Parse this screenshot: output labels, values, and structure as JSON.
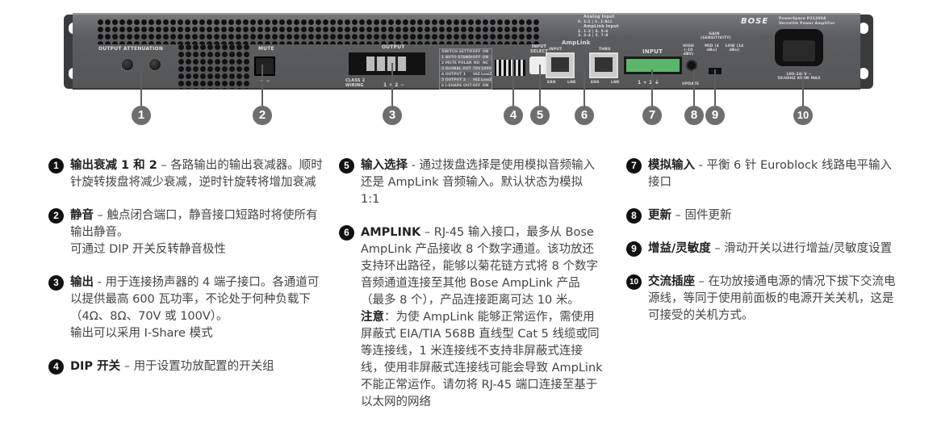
{
  "panel": {
    "output_attenuation": "OUTPUT ATTENUATION",
    "mute": "MUTE",
    "mute_pins": "+ −",
    "output": "OUTPUT",
    "class2_wiring": "CLASS 2 WIRING",
    "output_ch_labels": "1        + 2 −",
    "switch_table": [
      [
        "SWITCH SETTINGS",
        "OFF",
        "ON"
      ],
      [
        "1  AUTO STANDBY",
        "OFF",
        "ON"
      ],
      [
        "2  MUTE POLARITY",
        "NO",
        "NC"
      ],
      [
        "3  GLOBAL OUT",
        "70V",
        "100V"
      ],
      [
        "4  OUTPUT 1",
        "HiZ",
        "LowZ"
      ],
      [
        "5  OUTPUT 2",
        "HiZ",
        "LowZ"
      ],
      [
        "6  I-SHARE OUTPUTS",
        "OFF",
        "ON"
      ]
    ],
    "input_select": "INPUT SELECT",
    "analog_input": "Analog Input",
    "analog_input_opts": "0.  1:1 | 1. 1:ALL",
    "amplink_input": "AmpLink Input",
    "amplink_input_opts": "2. 1–2 | 4. 5–6  3. 3–4 | 5. 7–8",
    "amplink": "AmpLink",
    "rj_input": "INPUT",
    "rj_thru": "THRU",
    "err": "ERR",
    "link": "LNK",
    "input": "INPUT",
    "input_pins": "1   +  2  ⏚",
    "update": "UPDATE",
    "gain": "GAIN (SENSITIVITY)",
    "high": "HIGH (-10 dBV)",
    "mid": "MID (4 dBu)",
    "low": "LOW (14 dBu)",
    "brand": "BOSE",
    "model": "PowerSpace P21200A",
    "model_sub": "Versatile Power Amplifier",
    "power_rating": "100-240V ~ 50/60HZ 850W MAX"
  },
  "callouts": [
    "1",
    "2",
    "3",
    "4",
    "5",
    "6",
    "7",
    "8",
    "9",
    "10"
  ],
  "items": [
    {
      "num": "1",
      "title": "输出衰减 1 和 2",
      "text": " – 各路输出的输出衰减器。顺时针旋转拨盘将减少衰减，逆时针旋转将增加衰减"
    },
    {
      "num": "2",
      "title": "静音",
      "text": " – 触点闭合端口，静音接口短路时将使所有输出静音。",
      "text2": "可通过 DIP 开关反转静音极性"
    },
    {
      "num": "3",
      "title": "输出",
      "text": " - 用于连接扬声器的 4 端子接口。各通道可以提供最高 600 瓦功率，不论处于何种负载下（4Ω、8Ω、70V 或 100V）。",
      "text2": "输出可以采用 I-Share 模式"
    },
    {
      "num": "4",
      "title": "DIP 开关",
      "text": " – 用于设置功放配置的开关组"
    },
    {
      "num": "5",
      "title": "输入选择",
      "text": " - 通过拨盘选择是使用模拟音频输入还是 AmpLink 音频输入。默认状态为模拟 1:1"
    },
    {
      "num": "6",
      "title": "AMPLINK",
      "text": " – RJ-45 输入接口，最多从 Bose AmpLink 产品接收 8 个数字通道。该功放还支持环出路径，能够以菊花链方式将 8 个数字音频通道连接至其他 Bose AmpLink 产品（最多 8 个），产品连接距离可达 10 米。",
      "note_title": "注意",
      "note": "：为使 AmpLink 能够正常运作，需使用屏蔽式 EIA/TIA 568B 直线型 Cat 5 线缆或同等连接线，1 米连接线不支持非屏蔽式连接线，使用非屏蔽式连接线可能会导致 AmpLink 不能正常运作。请勿将 RJ-45 端口连接至基于以太网的网络"
    },
    {
      "num": "7",
      "title": "模拟输入",
      "text": " - 平衡 6 针 Euroblock 线路电平输入接口"
    },
    {
      "num": "8",
      "title": "更新",
      "text": " – 固件更新"
    },
    {
      "num": "9",
      "title": "增益/灵敏度",
      "text": " – 滑动开关以进行增益/灵敏度设置"
    },
    {
      "num": "10",
      "title": "交流插座",
      "text": " – 在功放接通电源的情况下拔下交流电源线，等同于使用前面板的电源开关关机，这是可接受的关机方式。"
    }
  ]
}
